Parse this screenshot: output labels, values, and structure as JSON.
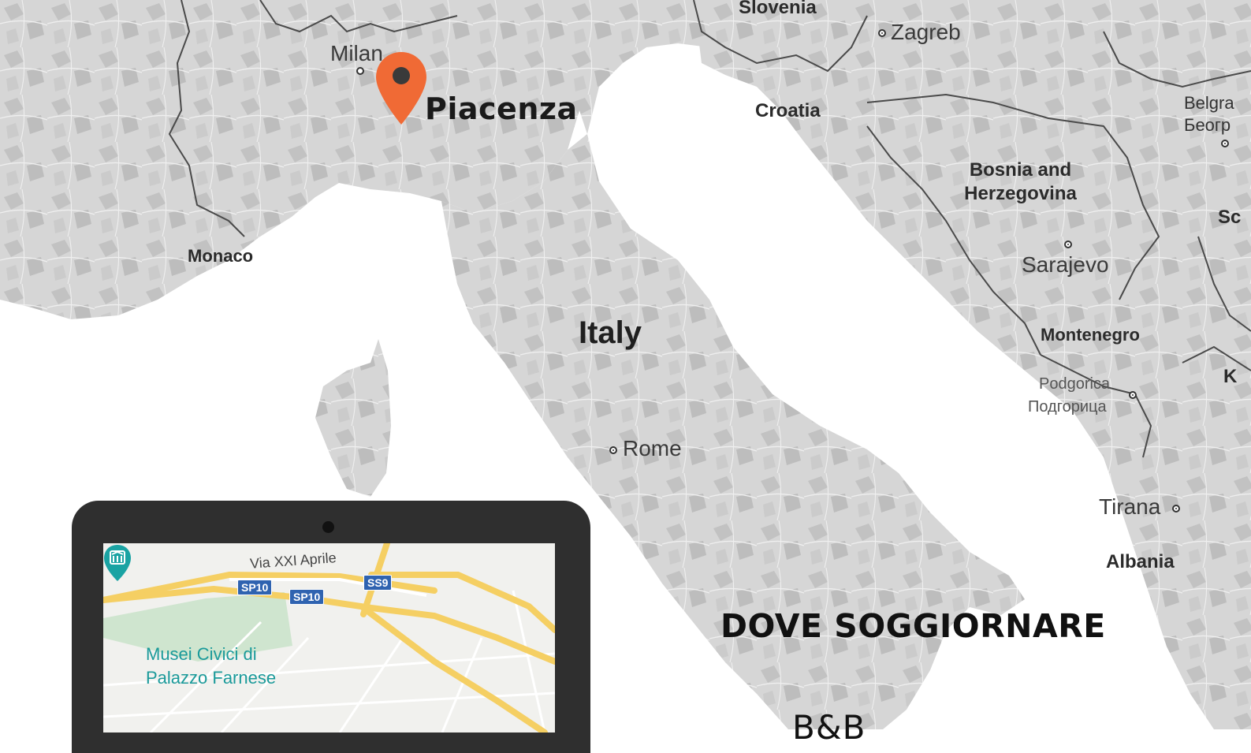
{
  "map": {
    "labels": {
      "slovenia": "Slovenia",
      "zagreb": "Zagreb",
      "milan": "Milan",
      "croatia": "Croatia",
      "belgrade_en": "Belgra",
      "belgrade_sr": "Беогр",
      "bosnia": "Bosnia and Herzegovina",
      "sarajevo": "Sarajevo",
      "serbia_edge": "Sc",
      "monaco": "Monaco",
      "italy": "Italy",
      "montenegro": "Montenegro",
      "podgorica_en": "Podgorica",
      "podgorica_sr": "Подгорица",
      "kosovo_edge": "K",
      "rome": "Rome",
      "tirana": "Tirana",
      "albania": "Albania"
    },
    "marker": {
      "label": "Piacenza",
      "color": "#f06a35"
    },
    "colors": {
      "land": "#d9d9d9",
      "sea": "#ffffff",
      "border": "#555555"
    }
  },
  "tablet": {
    "road_label": "Via XXI Aprile",
    "shields": [
      "SP10",
      "SP10",
      "SS9"
    ],
    "poi_line1": "Musei Civici di",
    "poi_line2": "Palazzo Farnese",
    "poi_color": "#1aa3a3"
  },
  "section": {
    "title": "DOVE SOGGIORNARE",
    "subtitle": "B&B"
  }
}
